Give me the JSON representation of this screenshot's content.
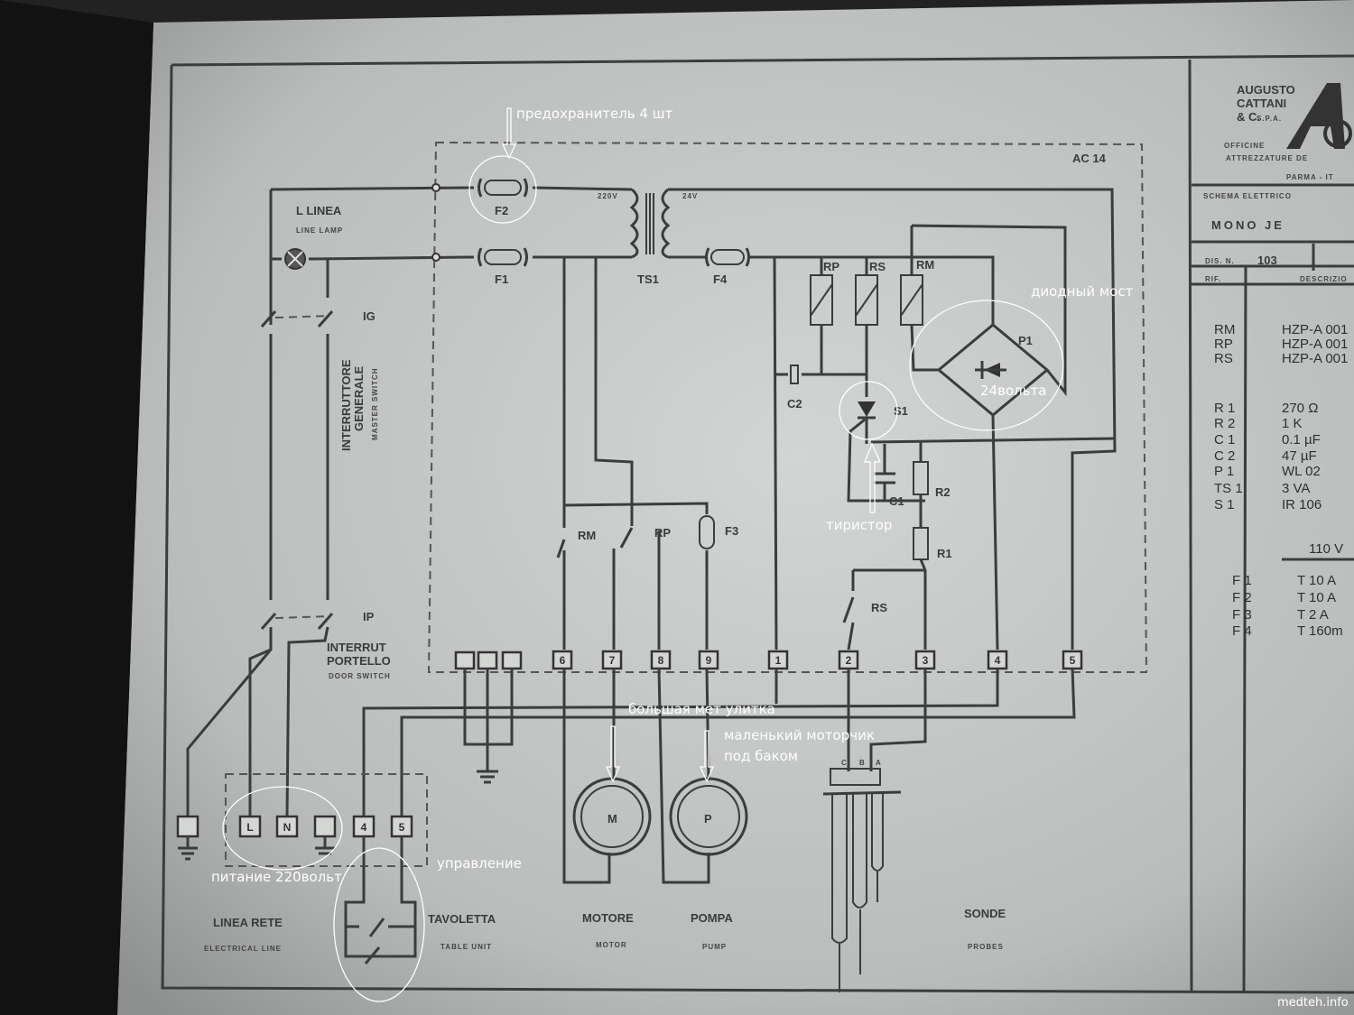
{
  "title_block": {
    "company_lines": [
      "AUGUSTO",
      "CATTANI",
      "& C."
    ],
    "company_suffix": "S.P.A.",
    "office_lines": [
      "OFFICINE",
      "ATTREZZATURE DE"
    ],
    "city": "PARMA - IT",
    "schema_label": "SCHEMA ELETTRICO",
    "model": "MONO JE",
    "dis_label": "DIS. N.",
    "dis_number": "103",
    "rif_label": "RIF.",
    "descr_label": "DESCRIZIO"
  },
  "parts_list": [
    {
      "ref": "RM",
      "value": "HZP-A 001"
    },
    {
      "ref": "RP",
      "value": "HZP-A 001"
    },
    {
      "ref": "RS",
      "value": "HZP-A 001"
    },
    {
      "ref": "R 1",
      "value": "270 Ω"
    },
    {
      "ref": "R 2",
      "value": "1 K"
    },
    {
      "ref": "C 1",
      "value": "0.1 µF"
    },
    {
      "ref": "C 2",
      "value": "47 µF"
    },
    {
      "ref": "P 1",
      "value": "WL 02"
    },
    {
      "ref": "TS 1",
      "value": "3 VA"
    },
    {
      "ref": "S 1",
      "value": "IR 106"
    }
  ],
  "voltage_header": "110 V",
  "fuse_list": [
    {
      "ref": "F 1",
      "value": "T 10 A"
    },
    {
      "ref": "F 2",
      "value": "T 10 A"
    },
    {
      "ref": "F 3",
      "value": "T 2 A"
    },
    {
      "ref": "F 4",
      "value": "T 160m"
    }
  ],
  "schematic": {
    "box_label": "AC 14",
    "line_lamp": "L LINEA",
    "line_lamp_en": "LINE LAMP",
    "ig": "IG",
    "ip": "IP",
    "master_switch": [
      "INTERRUTTORE",
      "GENERALE"
    ],
    "master_switch_en": "MASTER SWITCH",
    "door_switch": [
      "INTERRUT",
      "PORTELLO"
    ],
    "door_switch_en": "DOOR SWITCH",
    "f1": "F1",
    "f2": "F2",
    "f3": "F3",
    "f4": "F4",
    "ts1": "TS1",
    "v220": "220V",
    "v24": "24V",
    "rp": "RP",
    "rs": "RS",
    "rm": "RM",
    "p1": "P1",
    "c1": "C1",
    "c2": "C2",
    "r1": "R1",
    "r2": "R2",
    "s1": "S1",
    "sw_rm": "RM",
    "sw_rp": "RP",
    "sw_rs": "RS",
    "motor_m": "M",
    "pump_p": "P",
    "terminals": [
      "6",
      "7",
      "8",
      "9",
      "1",
      "2",
      "3",
      "4",
      "5"
    ],
    "mains_terminals": [
      "L",
      "N",
      "4",
      "5"
    ],
    "probe_letters": [
      "C",
      "B",
      "A"
    ],
    "bottom_labels": [
      {
        "it": "LINEA RETE",
        "en": "ELECTRICAL LINE"
      },
      {
        "it": "TAVOLETTA",
        "en": "TABLE UNIT"
      },
      {
        "it": "MOTORE",
        "en": "MOTOR"
      },
      {
        "it": "POMPA",
        "en": "PUMP"
      },
      {
        "it": "SONDE",
        "en": "PROBES"
      }
    ]
  },
  "annotations": {
    "fuses": "предохранитель 4 шт",
    "diode_bridge": "диодный мост",
    "volts24": "24вольта",
    "thyristor": "тиристор",
    "big_pump": "большая мет улитка",
    "small_motor": [
      "маленький моторчик",
      "под баком"
    ],
    "power": "питание 220вольт",
    "control": "управление"
  },
  "watermark": "medteh.info"
}
